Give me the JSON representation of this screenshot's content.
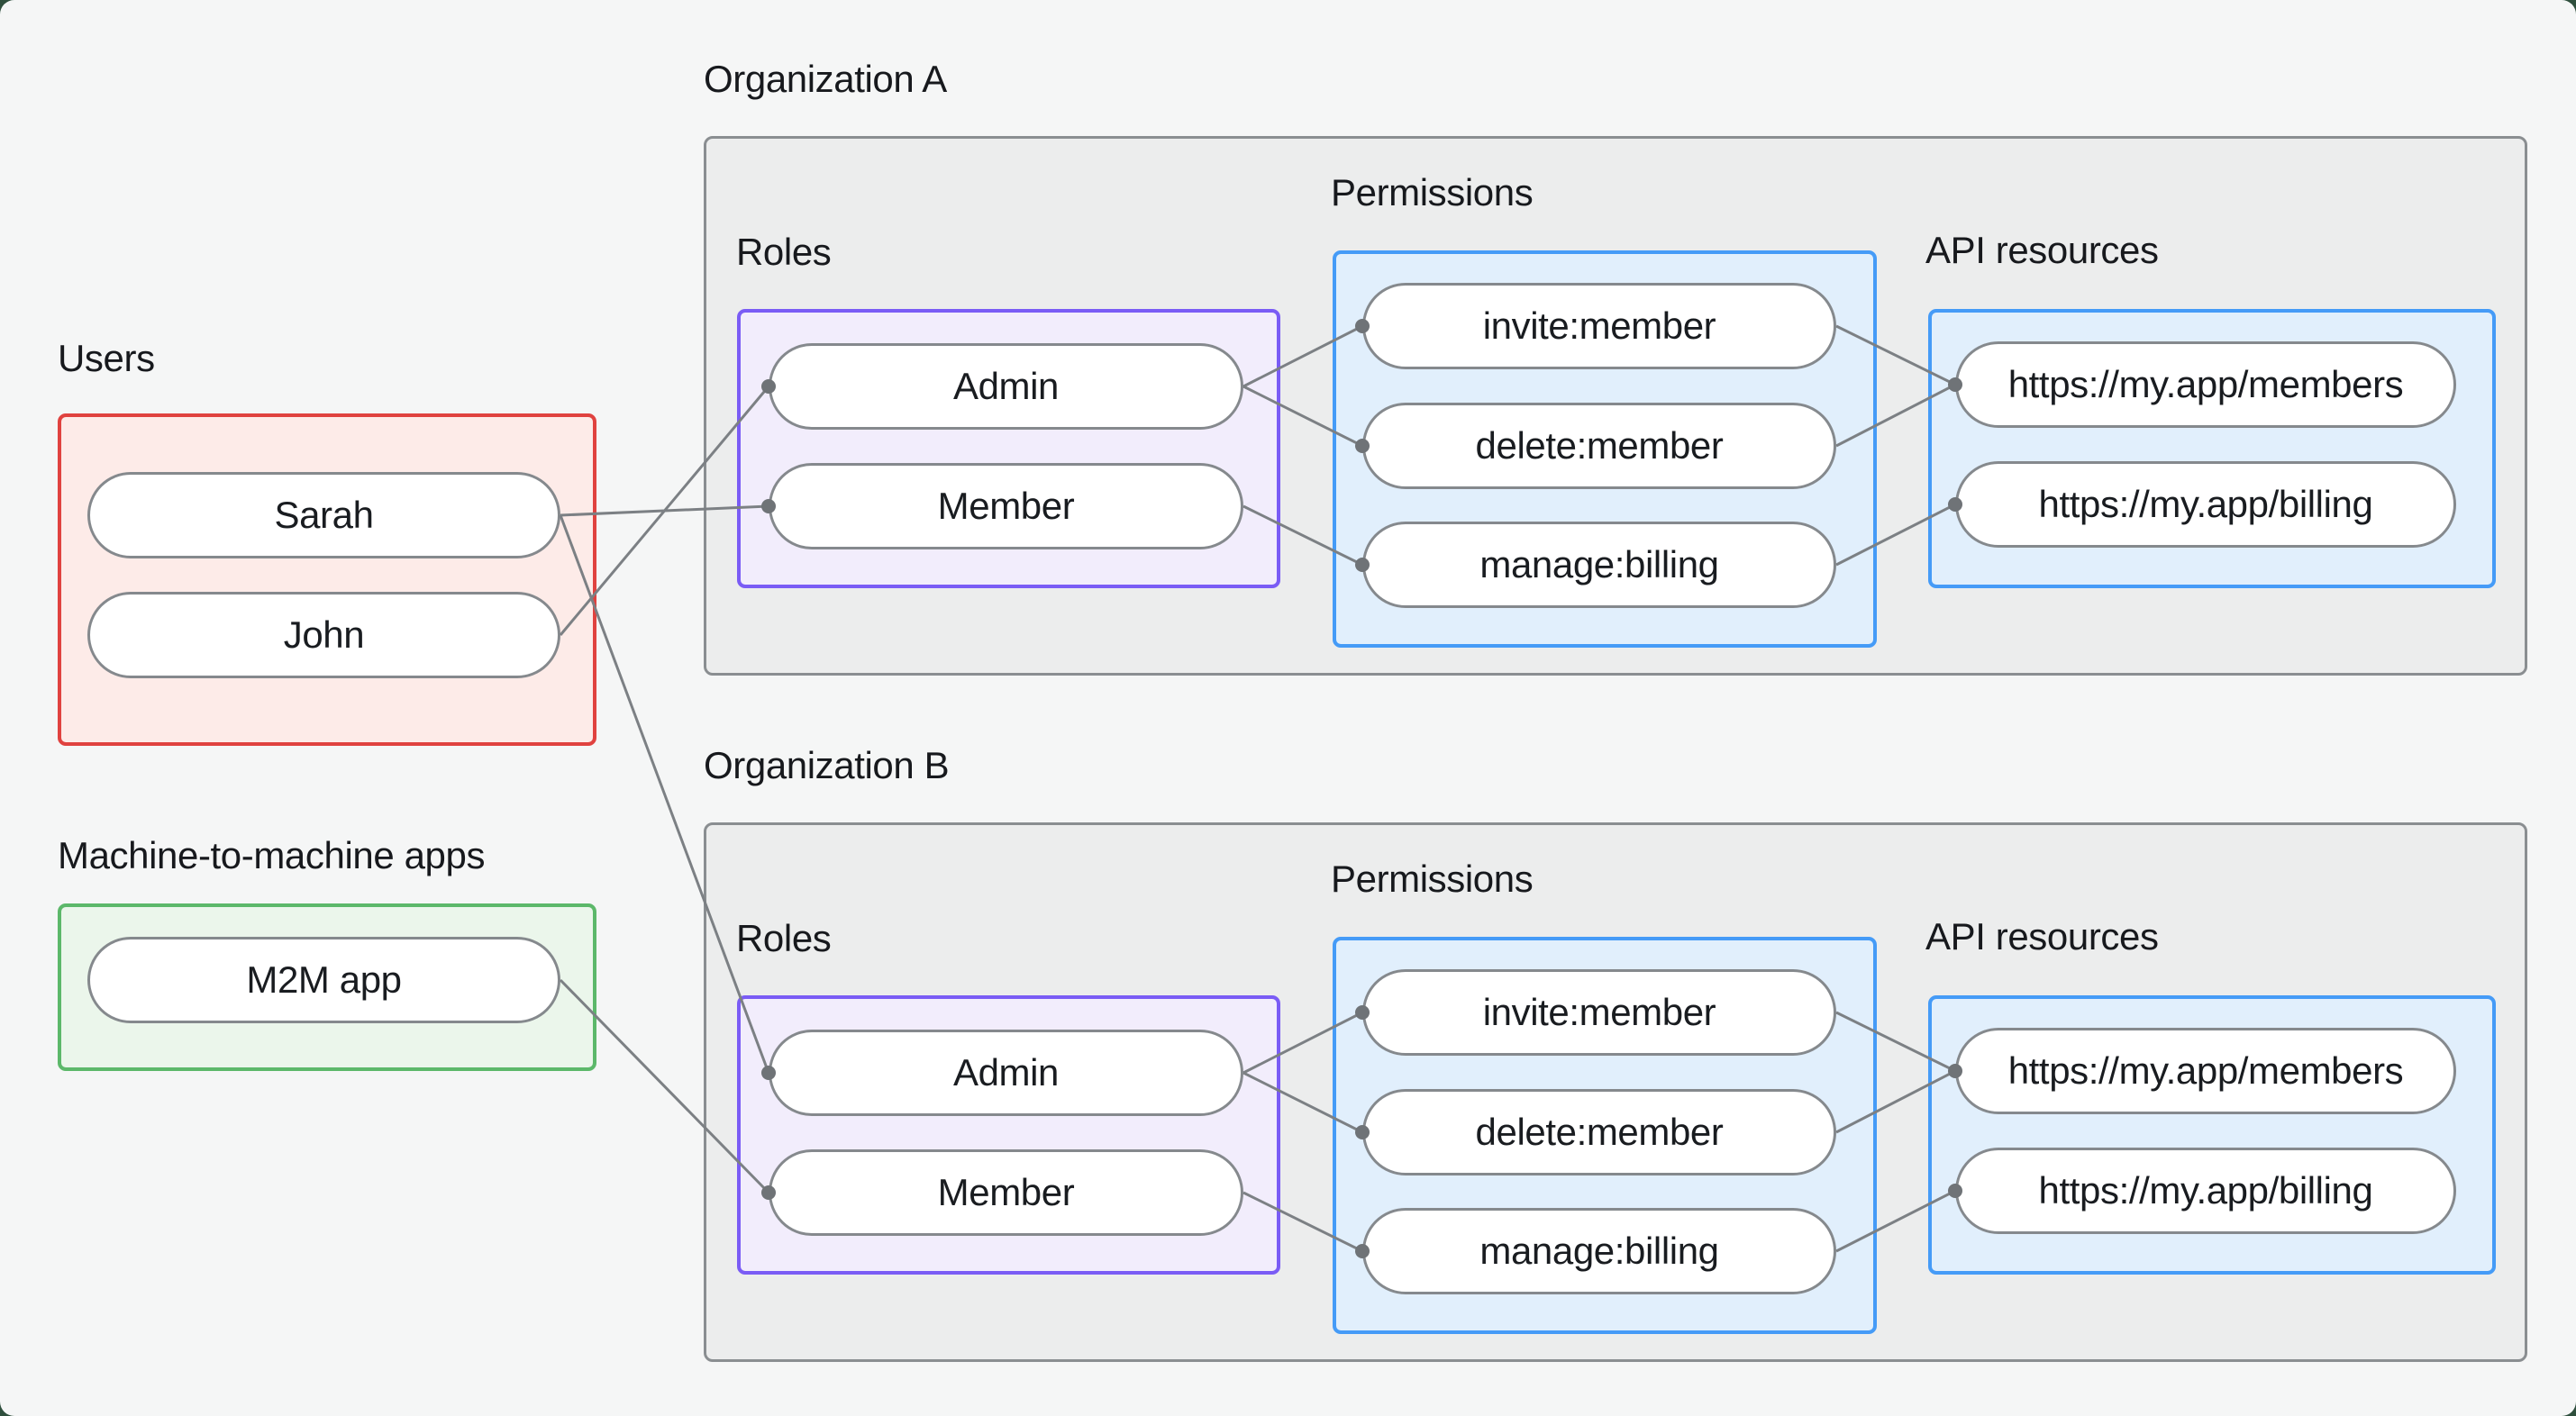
{
  "page": {
    "background": "#F5F6F6",
    "backdrop_color": "#2F4F3D"
  },
  "left": {
    "users": {
      "label": "Users",
      "border_color": "#E0423F",
      "fill_color": "#FDEBE8",
      "members": [
        {
          "name": "Sarah"
        },
        {
          "name": "John"
        }
      ]
    },
    "m2m": {
      "label": "Machine-to-machine apps",
      "border_color": "#5CB86A",
      "fill_color": "#EBF6EB",
      "members": [
        {
          "name": "M2M app"
        }
      ]
    }
  },
  "orgs": [
    {
      "title": "Organization A",
      "roles_label": "Roles",
      "roles": [
        {
          "name": "Admin"
        },
        {
          "name": "Member"
        }
      ],
      "permissions_label": "Permissions",
      "permissions": [
        {
          "name": "invite:member"
        },
        {
          "name": "delete:member"
        },
        {
          "name": "manage:billing"
        }
      ],
      "api_label": "API resources",
      "api_resources": [
        {
          "name": "https://my.app/members"
        },
        {
          "name": "https://my.app/billing"
        }
      ]
    },
    {
      "title": "Organization B",
      "roles_label": "Roles",
      "roles": [
        {
          "name": "Admin"
        },
        {
          "name": "Member"
        }
      ],
      "permissions_label": "Permissions",
      "permissions": [
        {
          "name": "invite:member"
        },
        {
          "name": "delete:member"
        },
        {
          "name": "manage:billing"
        }
      ],
      "api_label": "API resources",
      "api_resources": [
        {
          "name": "https://my.app/members"
        },
        {
          "name": "https://my.app/billing"
        }
      ]
    }
  ],
  "connections": [
    {
      "from": "Sarah",
      "to": "Member",
      "org": "Organization A"
    },
    {
      "from": "John",
      "to": "Admin",
      "org": "Organization A"
    },
    {
      "from": "Sarah",
      "to": "Admin",
      "org": "Organization B"
    },
    {
      "from": "M2M app",
      "to": "Member",
      "org": "Organization B"
    },
    {
      "from": "Admin",
      "to": "invite:member",
      "org": "Organization A"
    },
    {
      "from": "Admin",
      "to": "delete:member",
      "org": "Organization A"
    },
    {
      "from": "Member",
      "to": "manage:billing",
      "org": "Organization A"
    },
    {
      "from": "invite:member",
      "to": "https://my.app/members",
      "org": "Organization A"
    },
    {
      "from": "delete:member",
      "to": "https://my.app/members",
      "org": "Organization A"
    },
    {
      "from": "manage:billing",
      "to": "https://my.app/billing",
      "org": "Organization A"
    },
    {
      "from": "Admin",
      "to": "invite:member",
      "org": "Organization B"
    },
    {
      "from": "Admin",
      "to": "delete:member",
      "org": "Organization B"
    },
    {
      "from": "Member",
      "to": "manage:billing",
      "org": "Organization B"
    },
    {
      "from": "invite:member",
      "to": "https://my.app/members",
      "org": "Organization B"
    },
    {
      "from": "delete:member",
      "to": "https://my.app/members",
      "org": "Organization B"
    },
    {
      "from": "manage:billing",
      "to": "https://my.app/billing",
      "org": "Organization B"
    }
  ],
  "colors": {
    "line": "#7C8084",
    "dot": "#6F7377",
    "text": "#17191D",
    "pill_border": "#85898D",
    "org_border": "#8A8E91",
    "org_fill": "#ECEDED",
    "roles_border": "#7A5CF5",
    "roles_fill": "#F2EDFC",
    "permissions_border": "#459BF7",
    "permissions_fill": "#E1EFFC"
  }
}
